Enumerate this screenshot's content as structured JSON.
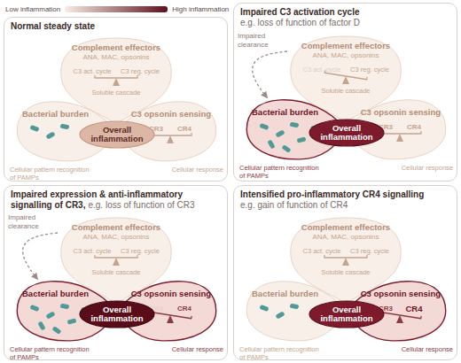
{
  "diagram": {
    "nodes": [
      {
        "text": [
          "Normal steady state"
        ]
      },
      {
        "text": [
          "Complement effectors",
          "ANA, MAC, opsonins",
          "C3 act. cycle",
          "C3 reg. cycle",
          "Soluble cascade"
        ],
        "in": 0
      },
      {
        "text": [
          "Bacterial burden",
          "Cellular pattern recognition of PAMPs"
        ],
        "in": 0
      },
      {
        "text": [
          "C3 opsonin sensing",
          "CR3",
          "CR4",
          "Cellular response"
        ],
        "in": 0
      },
      {
        "text": [
          "Overall inflammation"
        ],
        "in": 0
      },
      {
        "text": [
          "Impaired C3 activation cycle",
          "e.g. loss of function of factor D"
        ]
      },
      {
        "text": [
          "Complement effectors",
          "ANA, MAC, opsonins",
          "C3 act. cycle",
          "C3 reg. cycle",
          "Soluble cascade"
        ],
        "in": 5
      },
      {
        "text": [
          "Bacterial burden",
          "Cellular pattern recognition of PAMPs"
        ],
        "in": 5
      },
      {
        "text": [
          "C3 opsonin sensing",
          "CR3",
          "CR4",
          "Cellular response"
        ],
        "in": 5
      },
      {
        "text": [
          "Overall inflammation"
        ],
        "in": 5
      },
      {
        "text": [
          "Impaired expression & anti-inflammatory signalling of CR3,",
          "e.g. loss of function of CR3"
        ]
      },
      {
        "text": [
          "Complement effectors",
          "ANA, MAC, opsonins",
          "C3 act. cycle",
          "C3 reg. cycle",
          "Soluble cascade"
        ],
        "in": 10
      },
      {
        "text": [
          "Bacterial burden",
          "Cellular pattern recognition of PAMPs"
        ],
        "in": 10
      },
      {
        "text": [
          "C3 opsonin sensing",
          "CR3",
          "CR4",
          "Cellular response"
        ],
        "in": 10
      },
      {
        "text": [
          "Overall inflammation"
        ],
        "in": 10
      },
      {
        "text": [
          "Intensified pro-inflammatory CR4 signalling",
          "e.g. gain of function of CR4"
        ]
      },
      {
        "text": [
          "Complement effectors",
          "ANA, MAC, opsonins",
          "C3 act. cycle",
          "C3 reg. cycle",
          "Soluble cascade"
        ],
        "in": 15
      },
      {
        "text": [
          "Bacterial burden",
          "Cellular pattern recognition of PAMPs"
        ],
        "in": 15
      },
      {
        "text": [
          "C3 opsonin sensing",
          "CR3",
          "CR4",
          "Cellular response"
        ],
        "in": 15
      },
      {
        "text": [
          "Overall inflammation"
        ],
        "in": 15
      }
    ],
    "edges": [
      {
        "from": 6,
        "to": 7,
        "label": "Impaired clearance",
        "arrow": "to"
      },
      {
        "from": 11,
        "to": 12,
        "label": "Impaired clearance",
        "arrow": "to"
      }
    ],
    "legend": [
      {
        "text": "Low inflammation",
        "color": "#f6ece4"
      },
      {
        "text": "High inflammation",
        "color": "#5e0f1e"
      }
    ]
  }
}
